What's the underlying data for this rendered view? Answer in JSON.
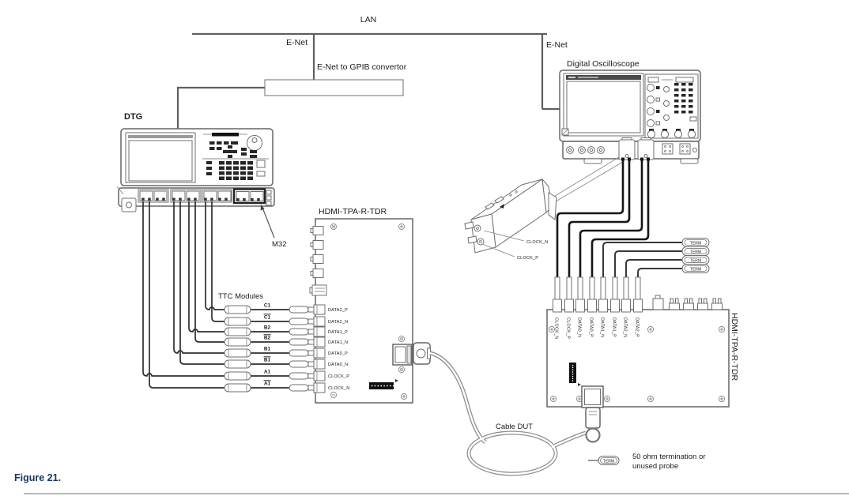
{
  "figure": {
    "caption": "Figure 21."
  },
  "network": {
    "lan": "LAN",
    "enet_left": "E-Net",
    "enet_right": "E-Net",
    "gpib_converter": "E-Net to GPIB convertor"
  },
  "dtg": {
    "label": "DTG",
    "module_callout": "M32"
  },
  "oscilloscope": {
    "label": "Digital Oscilloscope"
  },
  "ttc": {
    "label": "TTC Modules",
    "rows": [
      {
        "label": "C1",
        "inverted": false
      },
      {
        "label": "C1",
        "inverted": true
      },
      {
        "label": "B2",
        "inverted": false
      },
      {
        "label": "B2",
        "inverted": true
      },
      {
        "label": "B1",
        "inverted": false
      },
      {
        "label": "B1",
        "inverted": true
      },
      {
        "label": "A1",
        "inverted": false
      },
      {
        "label": "A1",
        "inverted": true
      }
    ]
  },
  "left_board": {
    "label": "HDMI-TPA-R-TDR",
    "signals": [
      "DATA2_P",
      "DATA2_N",
      "DATA1_P",
      "DATA1_N",
      "DATA0_P",
      "DATA0_N",
      "CLOCK_P",
      "CLOCK_N"
    ]
  },
  "right_board": {
    "label": "HDMI-TPA-R-TDR",
    "signals": [
      "CLOCK_N",
      "CLOCK_P",
      "DATA0_N",
      "DATA0_P",
      "DATA1_N",
      "DATA1_P",
      "DATA2_N",
      "DATA2_P"
    ]
  },
  "sampling_head": {
    "clock_n": "CLOCK_N",
    "clock_p": "CLOCK_P"
  },
  "term": {
    "label": "TERM"
  },
  "cable": {
    "label": "Cable DUT"
  },
  "legend": {
    "term": "TERM",
    "line1": "50 ohm termination or",
    "line2": "unused probe"
  },
  "colors": {
    "diagram_line": "#5f5f5f",
    "wire": "#2e2e2e",
    "caption": "#17365d"
  }
}
